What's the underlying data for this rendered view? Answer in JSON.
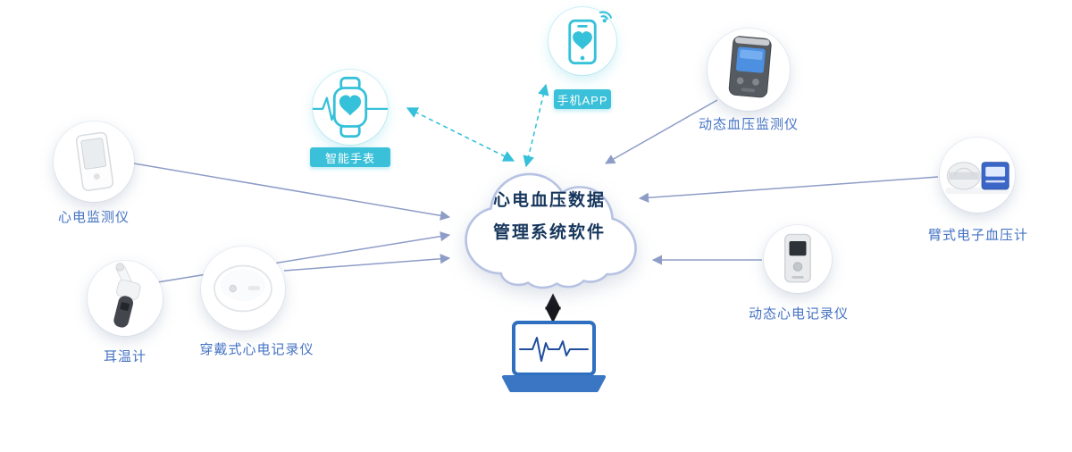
{
  "cloud": {
    "line1": "心电血压数据",
    "line2": "管理系统软件"
  },
  "labels": {
    "watch": "智能手表",
    "phone": "手机APP",
    "ecg_monitor": "心电监测仪",
    "ear_thermometer": "耳温计",
    "wearable_recorder": "穿戴式心电记录仪",
    "abpm": "动态血压监测仪",
    "bp_monitor": "臂式电子血压计",
    "holter": "动态心电记录仪"
  },
  "icons": {
    "watch": "smartwatch-heart-icon",
    "phone": "smartphone-heart-wifi-icon",
    "laptop": "laptop-ecg-icon",
    "cloud": "cloud-shape"
  },
  "colors": {
    "teal": "#35c1d9",
    "label_blue": "#4573c4",
    "arrow_slate": "#8e9dc7",
    "cloud_border": "#b6c2e2",
    "cloud_text": "#16365c",
    "laptop_blue": "#3a76c4",
    "dark_arrow": "#17181c"
  }
}
